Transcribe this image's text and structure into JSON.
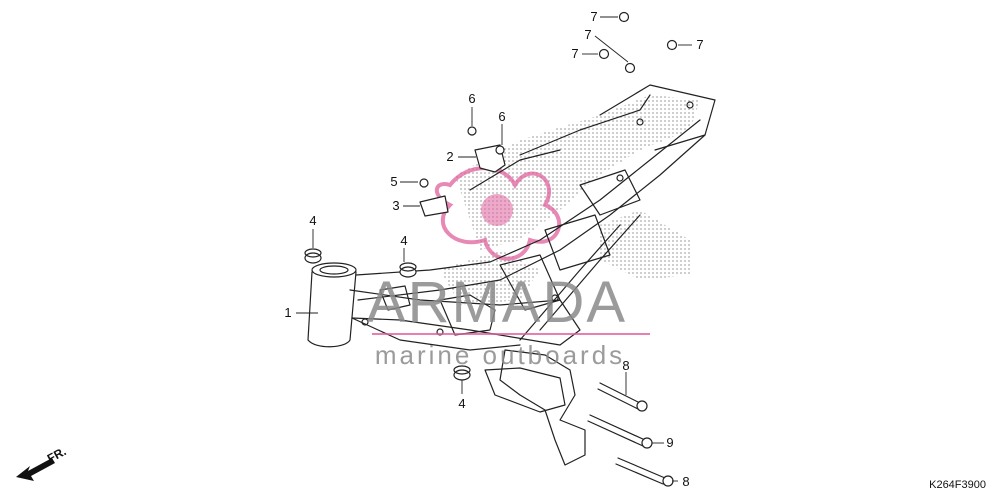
{
  "diagram_code": "K264F3900",
  "direction_label": "FR.",
  "watermark": {
    "brand": "ARMADA",
    "tagline": "marine outboards",
    "brand_color": "#e0609c"
  },
  "callouts": [
    {
      "label": "1"
    },
    {
      "label": "2"
    },
    {
      "label": "3"
    },
    {
      "label": "4"
    },
    {
      "label": "4"
    },
    {
      "label": "4"
    },
    {
      "label": "5"
    },
    {
      "label": "6"
    },
    {
      "label": "6"
    },
    {
      "label": "7"
    },
    {
      "label": "7"
    },
    {
      "label": "7"
    },
    {
      "label": "7"
    },
    {
      "label": "8"
    },
    {
      "label": "8"
    },
    {
      "label": "9"
    }
  ]
}
